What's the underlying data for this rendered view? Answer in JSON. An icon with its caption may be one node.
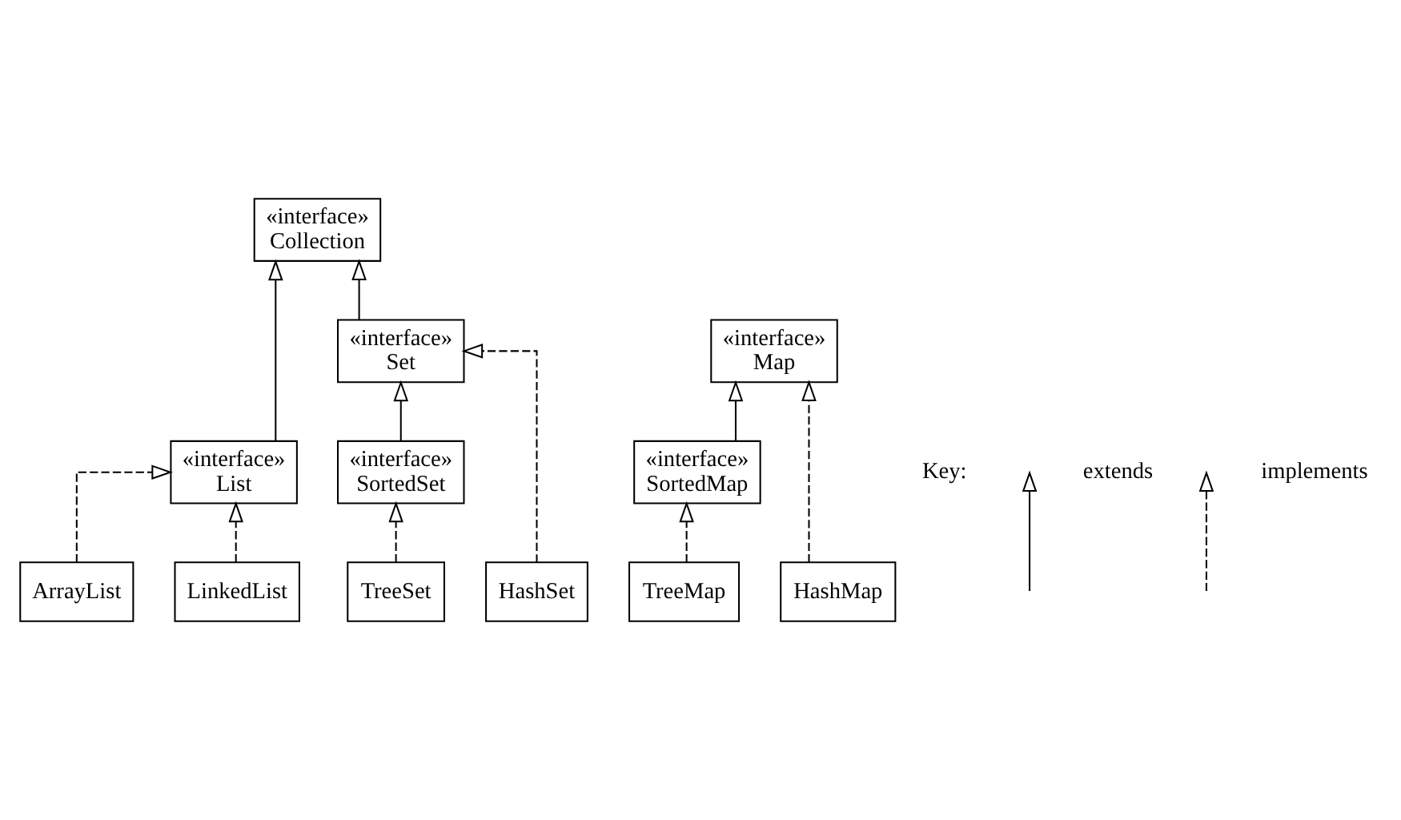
{
  "diagram": {
    "nodes": [
      {
        "text": [
          "«interface»",
          "Collection"
        ]
      },
      {
        "text": [
          "«interface»",
          "List"
        ]
      },
      {
        "text": [
          "«interface»",
          "Set"
        ]
      },
      {
        "text": [
          "«interface»",
          "Map"
        ]
      },
      {
        "text": [
          "«interface»",
          "SortedSet"
        ]
      },
      {
        "text": [
          "«interface»",
          "SortedMap"
        ]
      },
      {
        "text": [
          "ArrayList"
        ]
      },
      {
        "text": [
          "LinkedList"
        ]
      },
      {
        "text": [
          "HashSet"
        ]
      },
      {
        "text": [
          "TreeSet"
        ]
      },
      {
        "text": [
          "HashMap"
        ]
      },
      {
        "text": [
          "TreeMap"
        ]
      }
    ],
    "edges": [
      {
        "from": 1,
        "to": 0,
        "arrow": "to"
      },
      {
        "from": 2,
        "to": 0,
        "arrow": "to"
      },
      {
        "from": 6,
        "to": 1,
        "arrow": "to",
        "style": "dashed"
      },
      {
        "from": 7,
        "to": 1,
        "arrow": "to",
        "style": "dashed"
      },
      {
        "from": 8,
        "to": 2,
        "arrow": "to",
        "style": "dashed"
      },
      {
        "from": 4,
        "to": 2,
        "arrow": "to"
      },
      {
        "from": 9,
        "to": 4,
        "arrow": "to",
        "style": "dashed"
      },
      {
        "from": 10,
        "to": 3,
        "arrow": "to",
        "style": "dashed"
      },
      {
        "from": 5,
        "to": 3,
        "arrow": "to"
      },
      {
        "from": 11,
        "to": 5,
        "arrow": "to",
        "style": "dashed"
      }
    ],
    "labels": [
      "Key:"
    ],
    "legend": [
      {
        "text": "extends"
      },
      {
        "text": "implements"
      }
    ]
  }
}
